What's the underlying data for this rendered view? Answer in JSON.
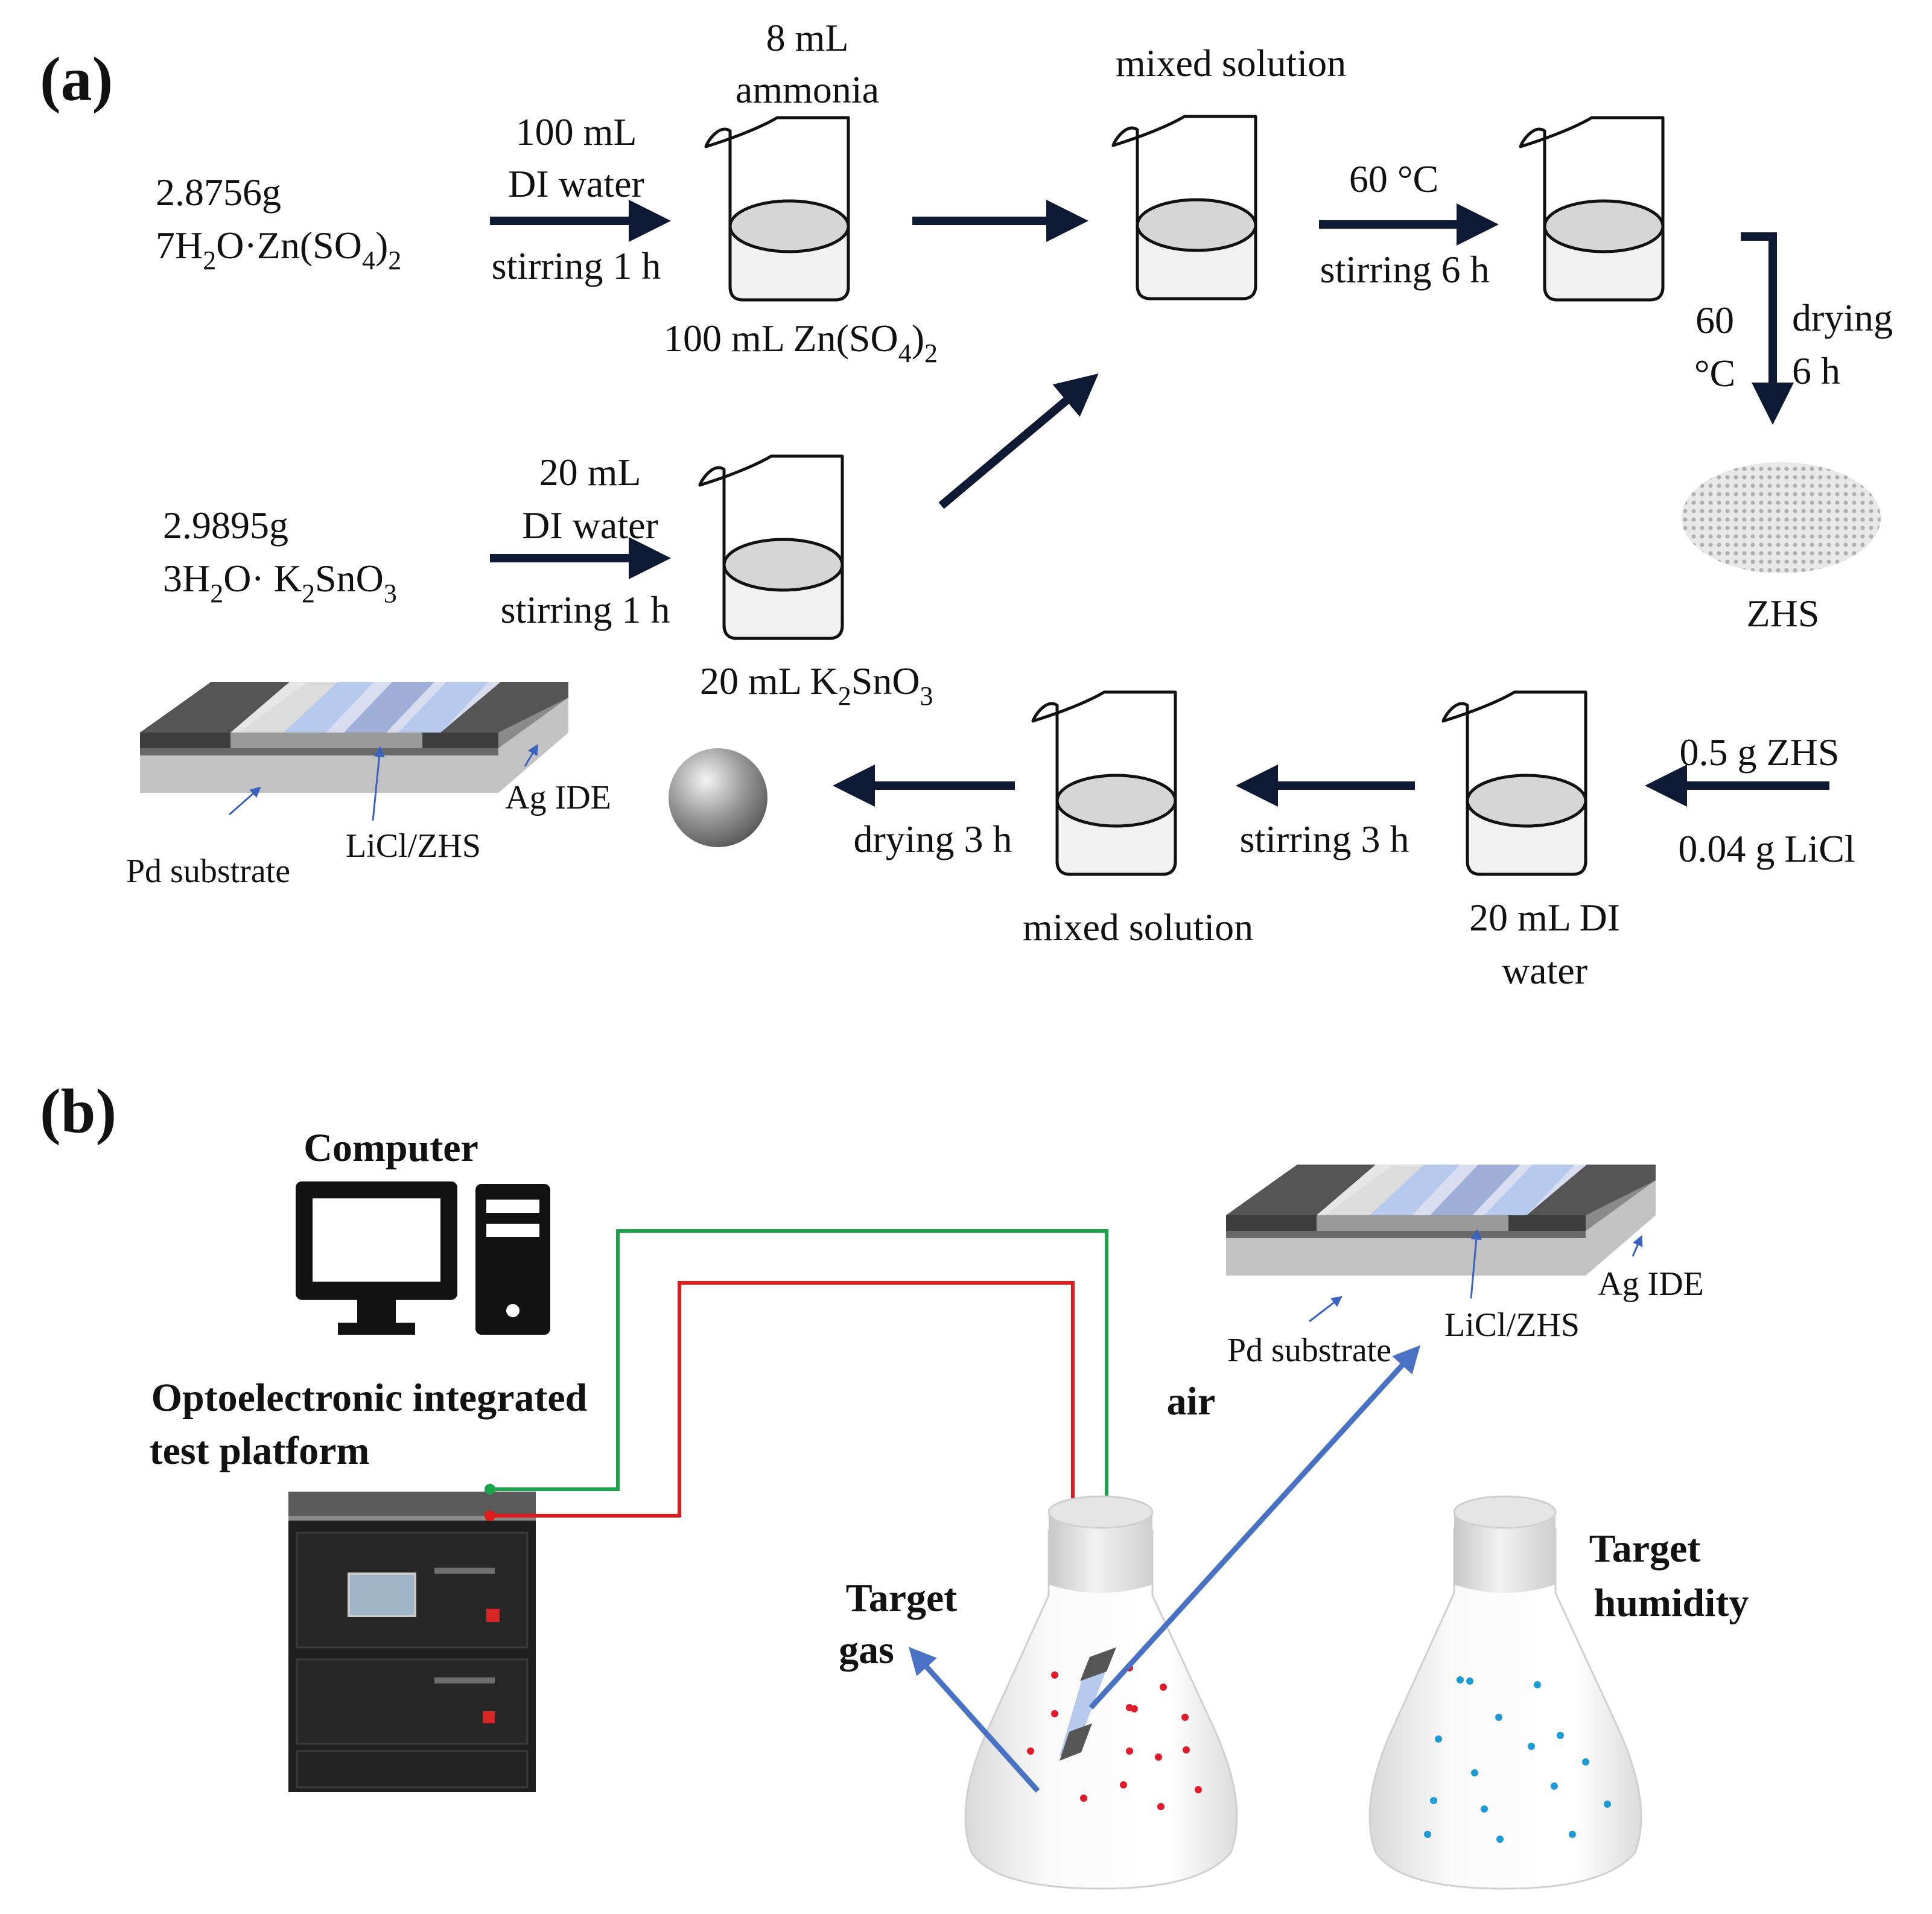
{
  "panel_a": {
    "tag": "(a)",
    "zn_mass": "2.8756g",
    "zn_formula": {
      "p1": "7H",
      "s1": "2",
      "p2": "O·Zn(SO",
      "s2": "4",
      "p3": ")",
      "s3": "2"
    },
    "zn_water_1": "100 mL",
    "zn_water_2": "DI water",
    "zn_stir": "stirring 1 h",
    "ammonia_1": "8 mL",
    "ammonia_2": "ammonia",
    "zn_solution": {
      "p1": "100 mL Zn(SO",
      "s1": "4",
      "p2": ")",
      "s2": "2"
    },
    "mixed_top": "mixed solution",
    "heat_temp": "60 °C",
    "heat_stir": "stirring 6 h",
    "dry_temp_1": "60",
    "dry_temp_2": "°C",
    "dry_1": "drying",
    "dry_2": "6 h",
    "zhs": "ZHS",
    "k_mass": "2.9895g",
    "k_formula": {
      "p1": "3H",
      "s1": "2",
      "p2": "O· K",
      "s2": "2",
      "p3": "SnO",
      "s3": "3"
    },
    "k_water_1": "20 mL",
    "k_water_2": "DI water",
    "k_stir": "stirring 1 h",
    "k_solution": {
      "p1": "20 mL K",
      "s1": "2",
      "p2": "SnO",
      "s2": "3"
    },
    "zhs_amount": "0.5 g ZHS",
    "licl_amount": "0.04 g LiCl",
    "di_water_1": "20 mL DI",
    "di_water_2": "water",
    "stir_3h": "stirring 3 h",
    "mixed_bottom": "mixed solution",
    "dry_3h": "drying 3 h",
    "sensor_pd": "Pd substrate",
    "sensor_licl": "LiCl/ZHS",
    "sensor_ag": "Ag IDE"
  },
  "panel_b": {
    "tag": "(b)",
    "computer": "Computer",
    "platform_1": "Optoelectronic integrated",
    "platform_2": "test platform",
    "air": "air",
    "target_gas_1": "Target",
    "target_gas_2": "gas",
    "target_hum_1": "Target",
    "target_hum_2": "humidity",
    "sensor_pd": "Pd substrate",
    "sensor_licl": "LiCl/ZHS",
    "sensor_ag": "Ag IDE"
  },
  "colors": {
    "arrow": "#0e1a33",
    "green_wire": "#1aa34a",
    "red_wire": "#e0191b",
    "blue_arrow": "#4a72c4",
    "gas_dot": "#e01b2a",
    "humidity_dot": "#1e9ad6",
    "electrode": "#5a5a5a",
    "film": "#b7c9ec"
  }
}
